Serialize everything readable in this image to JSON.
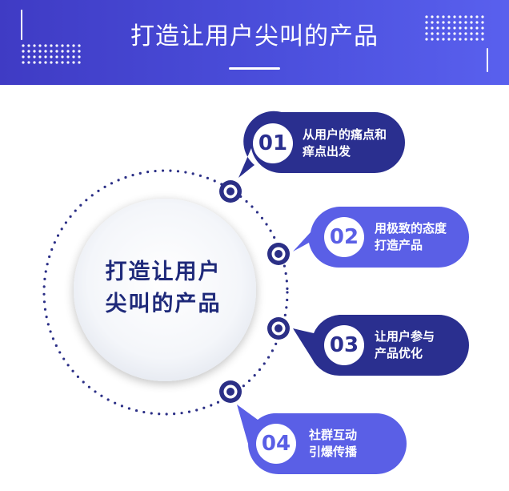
{
  "header": {
    "title": "打造让用户尖叫的产品"
  },
  "center": {
    "line1": "打造让用户",
    "line2": "尖叫的产品"
  },
  "steps": [
    {
      "number": "01",
      "line1": "从用户的痛点和",
      "line2": "痒点出发"
    },
    {
      "number": "02",
      "line1": "用极致的态度",
      "line2": "打造产品"
    },
    {
      "number": "03",
      "line1": "让用户参与",
      "line2": "产品优化"
    },
    {
      "number": "04",
      "line1": "社群互动",
      "line2": "引爆传播"
    }
  ],
  "colors": {
    "dark_navy": "#2a2f8f",
    "periwinkle": "#5a5fe6",
    "center_text": "#1f2a7a"
  }
}
